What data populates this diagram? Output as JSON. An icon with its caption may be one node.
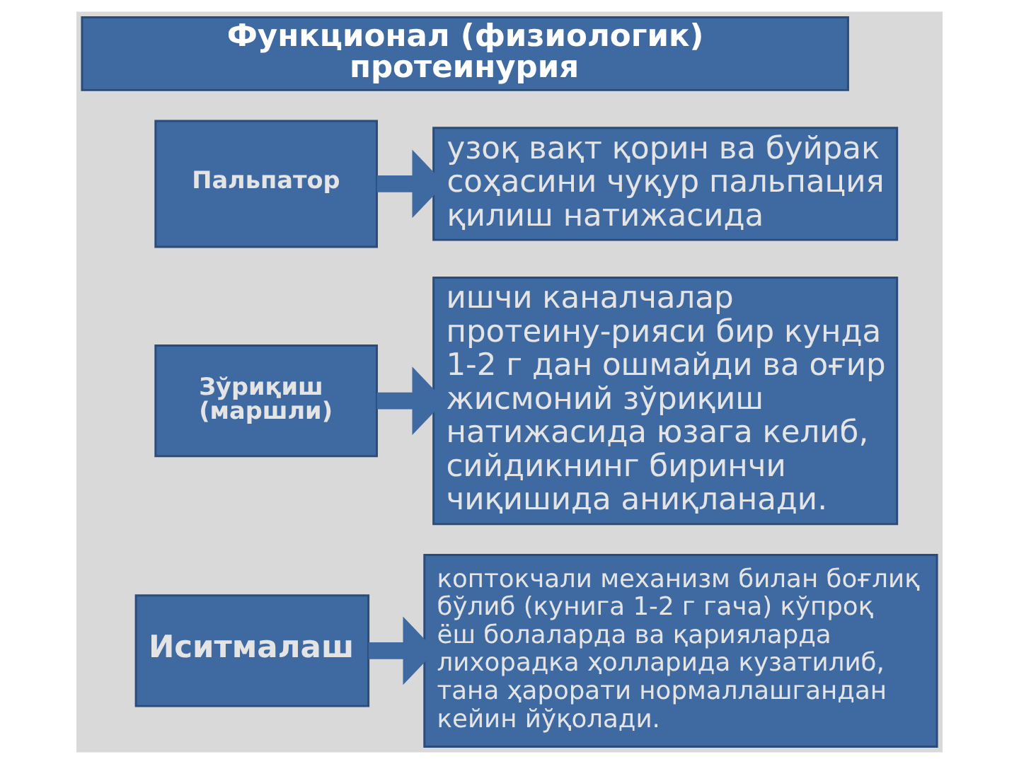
{
  "diagram": {
    "nodes": [
      {
        "text": [
          "Функционал (физиологик) протеинурия"
        ]
      },
      {
        "text": [
          "Пальпатор"
        ]
      },
      {
        "text": [
          "узоқ вақт қорин ва буйрак соҳасини чуқур пальпация қилиш натижасида"
        ]
      },
      {
        "text": [
          "Зўриқиш (маршли)"
        ]
      },
      {
        "text": [
          "ишчи каналчалар протеину-рияси бир кунда 1-2 г дан ошмайди ва оғир жисмоний зўриқиш натижасида юзага келиб, сийдикнинг биринчи чиқишида аниқланади."
        ]
      },
      {
        "text": [
          "Иситмалаш"
        ]
      },
      {
        "text": [
          "коптокчали механизм билан боғлиқ бўлиб (кунига 1-2 г гача) кўпроқ ёш болаларда ва қарияларда лихорадка ҳолларида кузатилиб, тана ҳарорати нормаллашгандан кейин йўқолади."
        ]
      }
    ],
    "edges": [
      {
        "from": 1,
        "to": 2,
        "arrow": "to"
      },
      {
        "from": 3,
        "to": 4,
        "arrow": "to"
      },
      {
        "from": 5,
        "to": 6,
        "arrow": "to"
      }
    ]
  }
}
